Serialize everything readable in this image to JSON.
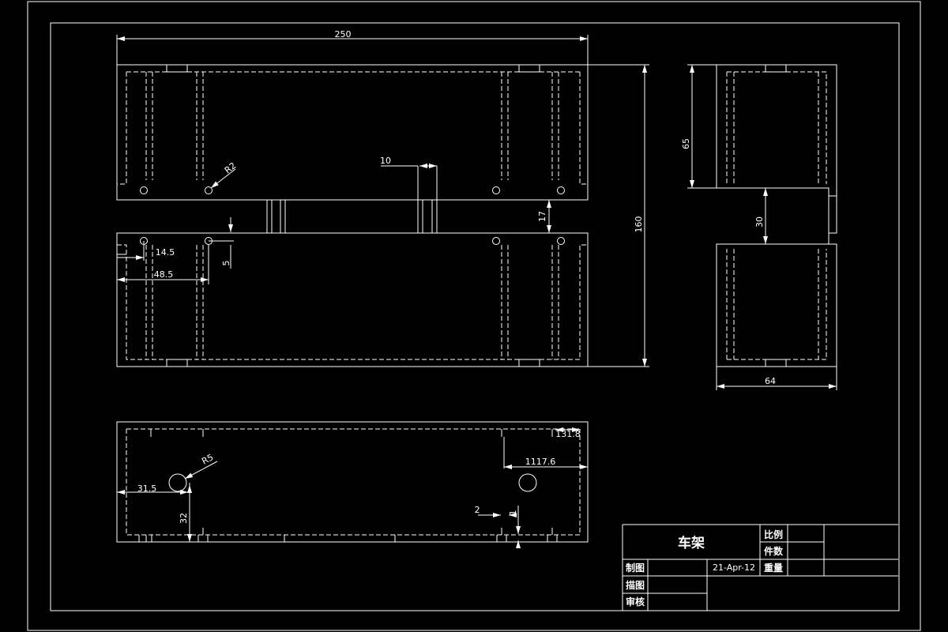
{
  "dimensions": {
    "width_250": "250",
    "height_160": "160",
    "gap_17": "17",
    "slot_10": "10",
    "radius_r2": "R2",
    "dist_14_5": "14.5",
    "dist_48_5": "48.5",
    "dist_5": "5",
    "side_65": "65",
    "side_30": "30",
    "side_64": "64",
    "radius_r5": "R5",
    "dist_31_5": "31.5",
    "dist_32": "32",
    "dist_1117_6": "1117.6",
    "dist_131_8": "131.8",
    "dist_2": "2",
    "dist_1": "1"
  },
  "title_block": {
    "part_name": "车架",
    "scale_label": "比例",
    "quantity_label": "件数",
    "weight_label": "重量",
    "drawn_label": "制图",
    "traced_label": "描图",
    "checked_label": "审核",
    "date": "21-Apr-12"
  }
}
